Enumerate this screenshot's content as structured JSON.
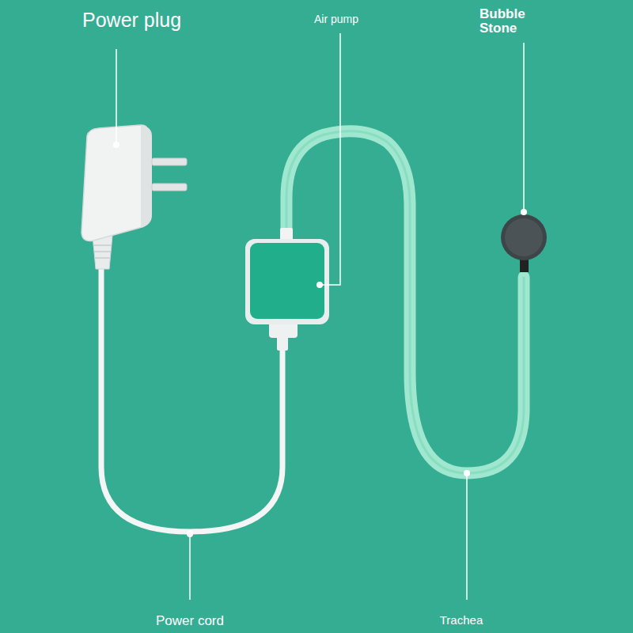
{
  "diagram": {
    "labels": [
      "Power plug",
      "Air pump",
      "Bubble Stone",
      "Power cord",
      "Trachea"
    ]
  }
}
